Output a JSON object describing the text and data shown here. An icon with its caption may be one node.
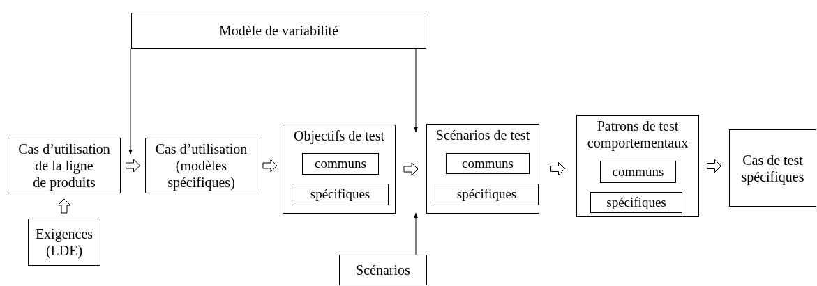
{
  "diagram": {
    "nodes": [
      {
        "text": [
          "Modèle de variabilité"
        ]
      },
      {
        "text": [
          "Cas d’utilisation de la ligne de produits"
        ]
      },
      {
        "text": [
          "Exigences (LDE)"
        ]
      },
      {
        "text": [
          "Cas d’utilisation (modèles spécifiques)"
        ]
      },
      {
        "text": [
          "Objectifs de test"
        ]
      },
      {
        "text": [
          "communs"
        ],
        "in": 4
      },
      {
        "text": [
          "spécifiques"
        ],
        "in": 4
      },
      {
        "text": [
          "Scénarios de test"
        ]
      },
      {
        "text": [
          "communs"
        ],
        "in": 7
      },
      {
        "text": [
          "spécifiques"
        ],
        "in": 7
      },
      {
        "text": [
          "Patrons de test comportementaux"
        ]
      },
      {
        "text": [
          "communs"
        ],
        "in": 10
      },
      {
        "text": [
          "spécifiques"
        ],
        "in": 10
      },
      {
        "text": [
          "Cas de test spécifiques"
        ]
      },
      {
        "text": [
          "Scénarios"
        ]
      }
    ],
    "edges": [
      {
        "from": 0,
        "to": 1,
        "arrow": "to"
      },
      {
        "from": 0,
        "to": 7,
        "arrow": "to"
      },
      {
        "from": 14,
        "to": 7,
        "arrow": "to"
      },
      {
        "from": 2,
        "to": 1,
        "arrow": "to"
      },
      {
        "from": 1,
        "to": 3,
        "arrow": "to"
      },
      {
        "from": 3,
        "to": 4,
        "arrow": "to"
      },
      {
        "from": 4,
        "to": 7,
        "arrow": "to"
      },
      {
        "from": 7,
        "to": 10,
        "arrow": "to"
      },
      {
        "from": 10,
        "to": 13,
        "arrow": "to"
      }
    ]
  }
}
